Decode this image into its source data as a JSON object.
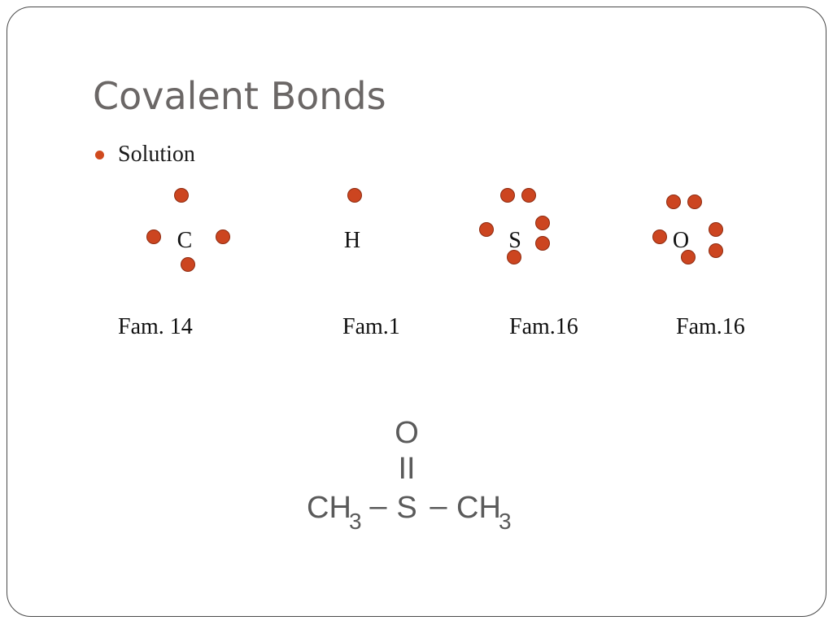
{
  "slide": {
    "title": "Covalent Bonds",
    "bullet": "Solution"
  },
  "atoms": [
    {
      "id": "carbon",
      "symbol": "C",
      "family": "Fam. 14",
      "valence_electrons": 4
    },
    {
      "id": "hydrogen",
      "symbol": "H",
      "family": "Fam.1",
      "valence_electrons": 1
    },
    {
      "id": "sulfur",
      "symbol": "S",
      "family": "Fam.16",
      "valence_electrons": 6
    },
    {
      "id": "oxygen",
      "symbol": "O",
      "family": "Fam.16",
      "valence_electrons": 6
    }
  ],
  "formula": {
    "top_atom": "O",
    "double_bond": "II",
    "left_group": "CH",
    "left_subscript": "3",
    "bond_left": "–",
    "center_atom": "S",
    "bond_right": "–",
    "right_group": "CH",
    "right_subscript": "3"
  },
  "colors": {
    "electron_dot": "#cc4520",
    "bullet": "#d04a1e",
    "title": "#6b6766",
    "formula_text": "#5a5a5a"
  }
}
